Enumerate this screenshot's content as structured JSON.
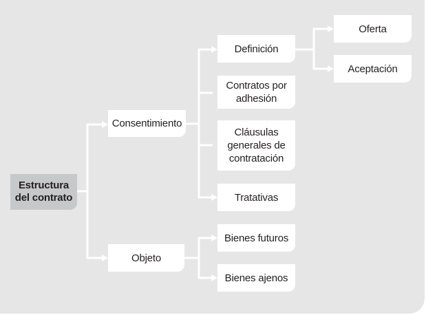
{
  "diagram": {
    "root": {
      "label": "Estructura del contrato"
    },
    "branches": {
      "consentimiento": {
        "label": "Consentimiento"
      },
      "objeto": {
        "label": "Objeto"
      }
    },
    "consentimiento_children": {
      "definicion": {
        "label": "Definición"
      },
      "adhesion": {
        "label": "Contratos por adhesión"
      },
      "clausulas": {
        "label": "Cláusulas generales de contratación"
      },
      "tratativas": {
        "label": "Tratativas"
      }
    },
    "definicion_children": {
      "oferta": {
        "label": "Oferta"
      },
      "aceptacion": {
        "label": "Aceptación"
      }
    },
    "objeto_children": {
      "futuros": {
        "label": "Bienes futuros"
      },
      "ajenos": {
        "label": "Bienes ajenos"
      }
    }
  },
  "colors": {
    "background": "#e6e6e7",
    "box": "#ffffff",
    "root_box": "#c7c8ca",
    "text": "#231f20",
    "connector": "#ffffff"
  }
}
